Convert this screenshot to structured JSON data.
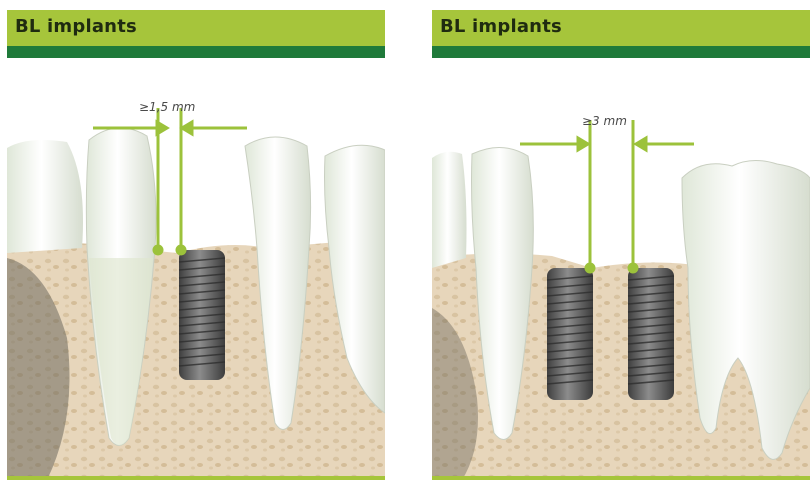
{
  "panels": [
    {
      "title": "BL implants",
      "measurement": "≥1,5 mm"
    },
    {
      "title": "BL implants",
      "measurement": "≥3 mm"
    }
  ],
  "colors": {
    "header": "#a6c53b",
    "stripe": "#1f7a3a",
    "accent_line": "#9cc23b",
    "bone": "#e9d8bf",
    "gum": "#d9cdb6",
    "implant": "#5f5f5f",
    "tooth": "#f3f6ee"
  }
}
